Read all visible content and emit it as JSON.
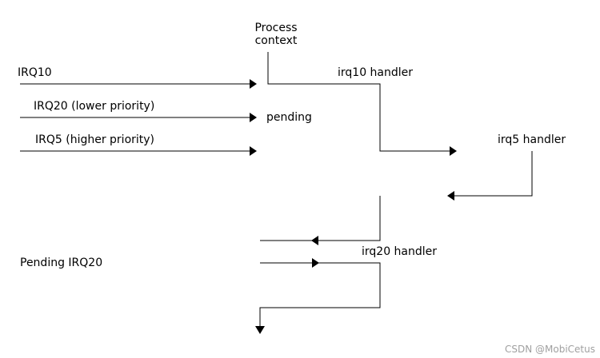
{
  "labels": {
    "process_context_line1": "Process",
    "process_context_line2": "context",
    "irq10": "IRQ10",
    "irq20": "IRQ20 (lower priority)",
    "irq5": "IRQ5 (higher priority)",
    "pending": "pending",
    "irq10_handler": "irq10 handler",
    "irq5_handler": "irq5 handler",
    "pending_irq20": "Pending IRQ20",
    "irq20_handler": "irq20 handler"
  },
  "watermark": "CSDN @MobiCetus",
  "colors": {
    "line": "#000000",
    "text": "#000000",
    "watermark": "#a0a0a0"
  }
}
